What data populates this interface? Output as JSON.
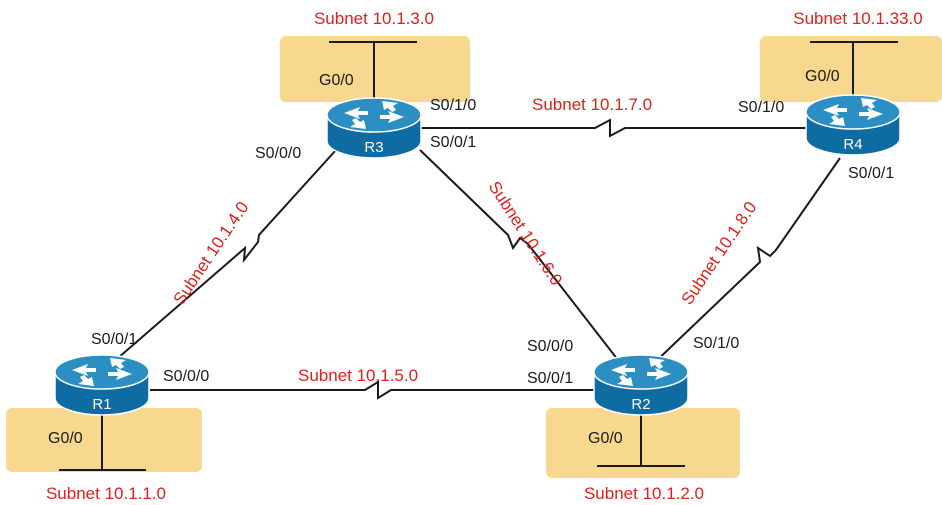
{
  "routers": [
    {
      "id": "R1",
      "label": "R1"
    },
    {
      "id": "R2",
      "label": "R2"
    },
    {
      "id": "R3",
      "label": "R3"
    },
    {
      "id": "R4",
      "label": "R4"
    }
  ],
  "lans": [
    {
      "router": "R1",
      "interface": "G0/0",
      "subnet": "Subnet 10.1.1.0"
    },
    {
      "router": "R2",
      "interface": "G0/0",
      "subnet": "Subnet 10.1.2.0"
    },
    {
      "router": "R3",
      "interface": "G0/0",
      "subnet": "Subnet 10.1.3.0"
    },
    {
      "router": "R4",
      "interface": "G0/0",
      "subnet": "Subnet 10.1.33.0"
    }
  ],
  "wan_links": [
    {
      "between": "R1-R3",
      "subnet": "Subnet 10.1.4.0",
      "r1_intf": "S0/0/1",
      "r3_intf": "S0/0/0"
    },
    {
      "between": "R1-R2",
      "subnet": "Subnet 10.1.5.0",
      "r1_intf": "S0/0/0",
      "r2_intf": "S0/0/1"
    },
    {
      "between": "R3-R2",
      "subnet": "Subnet 10.1.6.0",
      "r3_intf": "S0/0/1",
      "r2_intf": "S0/0/0"
    },
    {
      "between": "R3-R4",
      "subnet": "Subnet 10.1.7.0",
      "r3_intf": "S0/1/0",
      "r4_intf": "S0/1/0"
    },
    {
      "between": "R2-R4",
      "subnet": "Subnet 10.1.8.0",
      "r2_intf": "S0/1/0",
      "r4_intf": "S0/0/1"
    }
  ],
  "colors": {
    "subnet_text": "#e0201b",
    "lan_background": "#f7d88e",
    "router_body": "#0f6ca3",
    "router_top": "#2b8fc3",
    "link": "#1a1a1a"
  }
}
